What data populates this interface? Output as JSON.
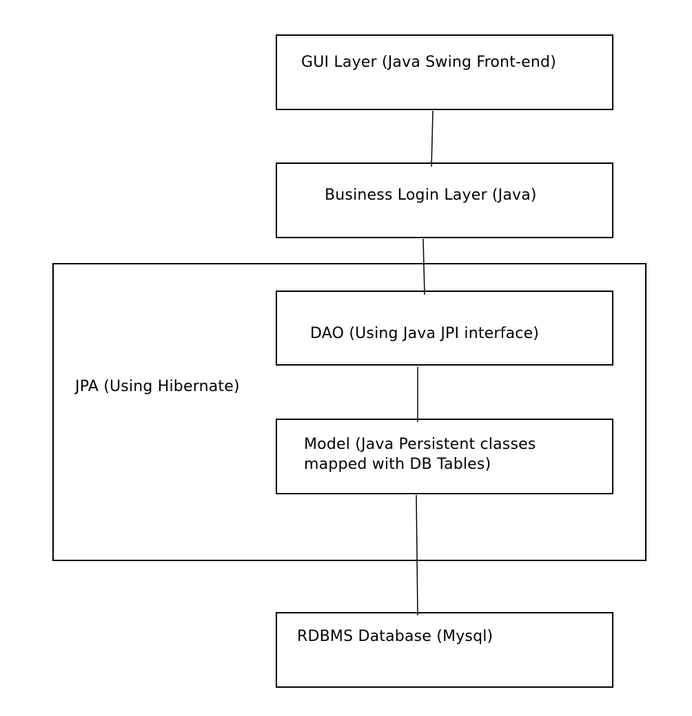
{
  "diagram": {
    "gui_layer": {
      "label": "GUI Layer (Java Swing Front-end)"
    },
    "business_layer": {
      "label": "Business Login Layer (Java)"
    },
    "jpa_container": {
      "label": "JPA (Using Hibernate)"
    },
    "dao_layer": {
      "label": "DAO (Using Java JPI interface)"
    },
    "model_layer": {
      "label_line1": "Model (Java Persistent classes",
      "label_line2": "mapped with DB Tables)"
    },
    "database": {
      "label": "RDBMS Database (Mysql)"
    },
    "colors": {
      "stroke": "#000000",
      "background": "#ffffff"
    }
  }
}
